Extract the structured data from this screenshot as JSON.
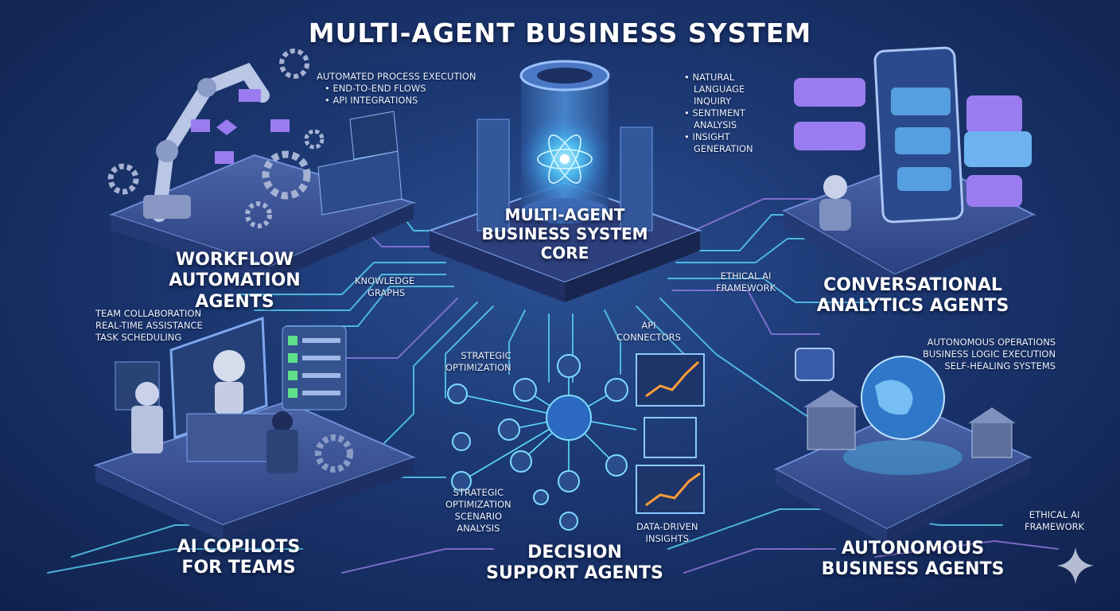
{
  "title": "MULTI-AGENT BUSINESS SYSTEM",
  "core": {
    "line1": "MULTI-AGENT",
    "line2": "BUSINESS SYSTEM",
    "line3": "CORE"
  },
  "workflow": {
    "title_line1": "WORKFLOW",
    "title_line2": "AUTOMATION AGENTS",
    "features": [
      "AUTOMATED PROCESS EXECUTION",
      "• END-TO-END FLOWS",
      "• API INTEGRATIONS"
    ]
  },
  "conversational": {
    "title_line1": "CONVERSATIONAL",
    "title_line2": "ANALYTICS AGENTS",
    "features": [
      "• NATURAL",
      "LANGUAGE",
      "INQUIRY",
      "• SENTIMENT",
      "ANALYSIS",
      "• INSIGHT",
      "GENERATION"
    ]
  },
  "copilots": {
    "title_line1": "AI COPILOTS",
    "title_line2": "FOR TEAMS",
    "features": [
      "TEAM COLLABORATION",
      "REAL-TIME ASSISTANCE",
      "TASK SCHEDULING"
    ]
  },
  "decision": {
    "title_line1": "DECISION",
    "title_line2": "SUPPORT AGENTS",
    "strategic_top": [
      "STRATEGIC",
      "OPTIMIZATION"
    ],
    "strategic_bottom": [
      "STRATEGIC",
      "OPTIMIZATION",
      "SCENARIO",
      "ANALYSIS"
    ],
    "api": [
      "API",
      "CONNECTORS"
    ],
    "insights": [
      "DATA-DRIVEN",
      "INSIGHTS"
    ]
  },
  "autonomous": {
    "title_line1": "AUTONOMOUS",
    "title_line2": "BUSINESS AGENTS",
    "features": [
      "AUTONOMOUS OPERATIONS",
      "BUSINESS LOGIC EXECUTION",
      "SELF-HEALING SYSTEMS"
    ]
  },
  "knowledge": [
    "KNOWLEDGE",
    "GRAPHS"
  ],
  "ethical_mid": [
    "ETHICAL AI",
    "FRAMEWORK"
  ],
  "ethical_bottom": [
    "ETHICAL AI",
    "FRAMEWORK"
  ],
  "colors": {
    "accent": "#5ee0ff",
    "purple": "#9b7cf0",
    "platform": "#3a5294"
  }
}
